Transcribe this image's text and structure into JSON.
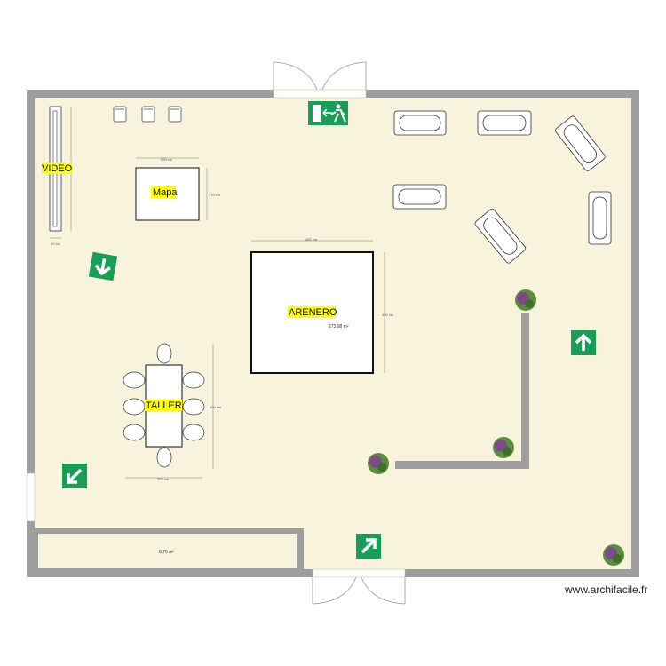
{
  "rooms": {
    "main_label": "ARENERO",
    "main_area": "273,98 m²",
    "small_area": "8,79 m²"
  },
  "labels": {
    "video": "VIDEO",
    "mapa": "Mapa",
    "arenero": "ARENERO",
    "taller": "TALLER"
  },
  "dimensions": {
    "arenero_width": "400 cm",
    "arenero_height": "400 cm",
    "mapa_width": "200 cm",
    "mapa_height": "170 cm",
    "taller_width": "250 cm",
    "taller_height": "400 cm",
    "video_width": "60 cm"
  },
  "watermark": "www.archifacile.fr",
  "colors": {
    "floor": "#f8f3dc",
    "wall": "#9e9e9e",
    "highlight": "#ffff00",
    "exit_green": "#1a9e57"
  }
}
